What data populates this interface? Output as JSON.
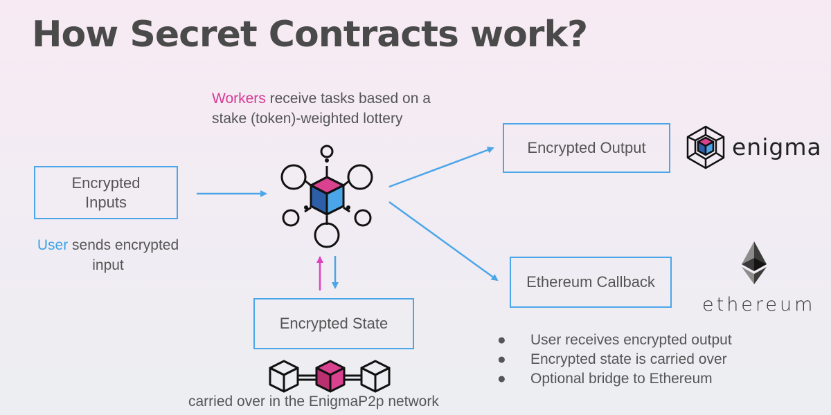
{
  "title": "How Secret Contracts work?",
  "boxes": {
    "inputs": "Encrypted\nInputs",
    "output": "Encrypted Output",
    "callback": "Ethereum Callback",
    "state": "Encrypted State"
  },
  "workers_caption": {
    "highlight": "Workers",
    "line1_rest": " receive tasks based on a",
    "line2": "stake (token)-weighted lottery"
  },
  "user_caption": {
    "highlight": "User",
    "line1_rest": " sends encrypted",
    "line2": "input"
  },
  "network_caption": "carried over in the EnigmaP2p network",
  "bullets": [
    "User receives encrypted output",
    "Encrypted state is carried over",
    "Optional bridge to Ethereum"
  ],
  "logos": {
    "enigma": "enigma",
    "ethereum": "ethereum"
  },
  "colors": {
    "arrow_blue": "#4aa6e8",
    "highlight_pink": "#d63a94",
    "cube_pink": "#d9428f",
    "cube_blue": "#4aa6e8",
    "cube_dark_blue": "#2d5ea8"
  },
  "icons": [
    "worker-network-icon",
    "enigma-logo-icon",
    "ethereum-logo-icon",
    "blockchain-cubes-icon"
  ]
}
